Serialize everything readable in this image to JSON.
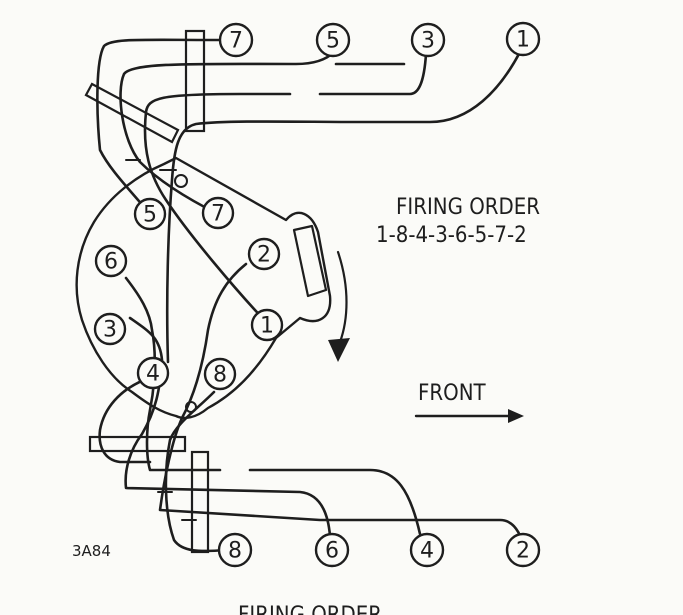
{
  "title": "FIRING ORDER",
  "firing_order": "1-8-4-3-6-5-7-2",
  "front_label": "FRONT",
  "figure_code": "3A84",
  "caption": "FIRING ORDER",
  "top_plug_labels": [
    "7",
    "5",
    "3",
    "1"
  ],
  "bottom_plug_labels": [
    "8",
    "6",
    "4",
    "2"
  ],
  "cap_terminal_labels": [
    "5",
    "7",
    "2",
    "6",
    "3",
    "1",
    "4",
    "8"
  ]
}
